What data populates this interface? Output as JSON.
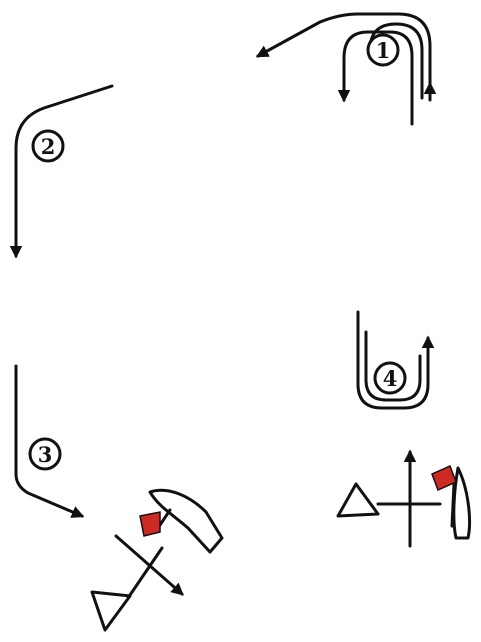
{
  "colors": {
    "ink": "#111111",
    "flag": "#cc2a22",
    "background": "#ffffff"
  },
  "markers": [
    {
      "id": "1",
      "label": "1"
    },
    {
      "id": "2",
      "label": "2"
    },
    {
      "id": "3",
      "label": "3"
    },
    {
      "id": "4",
      "label": "4"
    }
  ]
}
